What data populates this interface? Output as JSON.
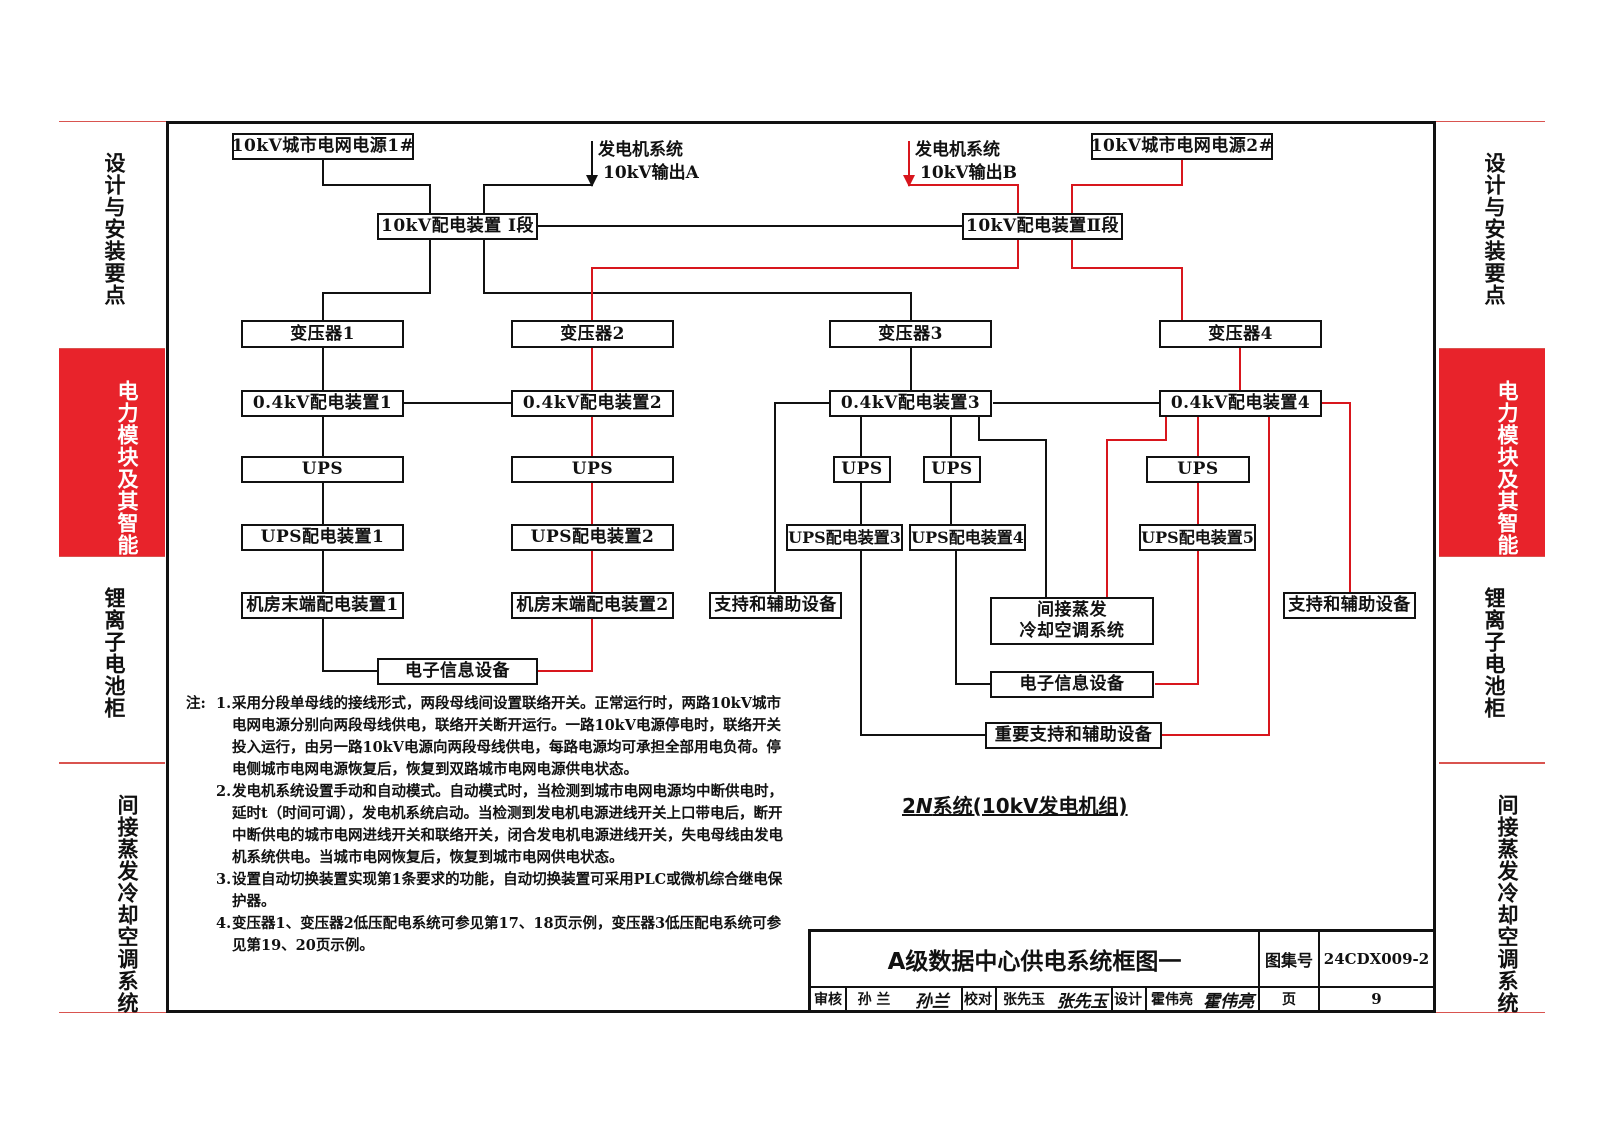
{
  "side_tabs": [
    {
      "label": "设计与安装要点",
      "active": false
    },
    {
      "label": "电力模块及其智能化管理系统",
      "active": true
    },
    {
      "label": "锂离子电池柜",
      "active": false
    },
    {
      "label": "间接蒸发冷却空调系统",
      "active": false
    }
  ],
  "diagram": {
    "sources": {
      "grid1": "10kV城市电网电源1#",
      "grid2": "10kV城市电网电源2#",
      "gen_a_line1": "发电机系统",
      "gen_a_line2": "10kV输出A",
      "gen_b_line1": "发电机系统",
      "gen_b_line2": "10kV输出B"
    },
    "switchgear": {
      "seg1": "10kV配电装置 Ⅰ段",
      "seg2": "10kV配电装置Ⅱ段"
    },
    "transformers": [
      "变压器1",
      "变压器2",
      "变压器3",
      "变压器4"
    ],
    "lv_panels": [
      "0.4kV配电装置1",
      "0.4kV配电装置2",
      "0.4kV配电装置3",
      "0.4kV配电装置4"
    ],
    "ups": "UPS",
    "ups_panels": [
      "UPS配电装置1",
      "UPS配电装置2",
      "UPS配电装置3",
      "UPS配电装置4",
      "UPS配电装置5"
    ],
    "terminal_panels": [
      "机房末端配电装置1",
      "机房末端配电装置2"
    ],
    "support_equipment": "支持和辅助设备",
    "cooling_line1": "间接蒸发",
    "cooling_line2": "冷却空调系统",
    "it_equipment": "电子信息设备",
    "important_support": "重要支持和辅助设备",
    "caption_prefix": "2",
    "caption_italic": "N",
    "caption_suffix": "系统(10kV发电机组)"
  },
  "notes": {
    "prefix": "注:",
    "items": [
      {
        "num": "1.",
        "text": "采用分段单母线的接线形式，两段母线间设置联络开关。正常运行时，两路10kV城市电网电源分别向两段母线供电，联络开关断开运行。一路10kV电源停电时，联络开关投入运行，由另一路10kV电源向两段母线供电，每路电源均可承担全部用电负荷。停电侧城市电网电源恢复后，恢复到双路城市电网电源供电状态。"
      },
      {
        "num": "2.",
        "text": "发电机系统设置手动和自动模式。自动模式时，当检测到城市电网电源均中断供电时，延时t（时间可调），发电机系统启动。当检测到发电机电源进线开关上口带电后，断开中断供电的城市电网进线开关和联络开关，闭合发电机电源进线开关，失电母线由发电机系统供电。当城市电网恢复后，恢复到城市电网供电状态。"
      },
      {
        "num": "3.",
        "text": "设置自动切换装置实现第1条要求的功能，自动切换装置可采用PLC或微机综合继电保护器。"
      },
      {
        "num": "4.",
        "text": "变压器1、变压器2低压配电系统可参见第17、18页示例，变压器3低压配电系统可参见第19、20页示例。"
      }
    ]
  },
  "title_block": {
    "title": "A级数据中心供电系统框图一",
    "atlas_label": "图集号",
    "atlas_no": "24CDX009-2",
    "review_label": "审核",
    "reviewer": "孙 兰",
    "reviewer_sig": "孙兰",
    "check_label": "校对",
    "checker": "张先玉",
    "checker_sig": "张先玉",
    "design_label": "设计",
    "designer": "霍伟亮",
    "designer_sig": "霍伟亮",
    "page_label": "页",
    "page_no": "9"
  },
  "colors": {
    "red_accent": "#e8232b",
    "line_black": "#111111",
    "line_red": "#d8161d"
  }
}
